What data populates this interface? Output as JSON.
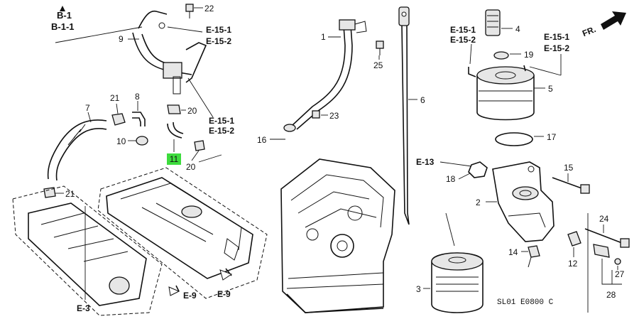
{
  "diagram": {
    "refs": {
      "b1": "B-1",
      "b11": "B-1-1",
      "e151": "E-15-1",
      "e152": "E-15-2",
      "e13": "E-13",
      "e9": "E-9",
      "e3": "E-3",
      "fr": "FR."
    },
    "parts": {
      "p1": "1",
      "p2": "2",
      "p3": "3",
      "p4": "4",
      "p5": "5",
      "p6": "6",
      "p7": "7",
      "p8": "8",
      "p9": "9",
      "p10": "10",
      "p11": "11",
      "p12": "12",
      "p14": "14",
      "p15": "15",
      "p16": "16",
      "p17": "17",
      "p18": "18",
      "p19": "19",
      "p20": "20",
      "p21": "21",
      "p22": "22",
      "p23": "23",
      "p24": "24",
      "p25": "25",
      "p27": "27",
      "p28": "28"
    },
    "highlighted_part": "11",
    "highlight_color": "#3ddc3d",
    "diagram_code": "SL01 E0800 C"
  }
}
